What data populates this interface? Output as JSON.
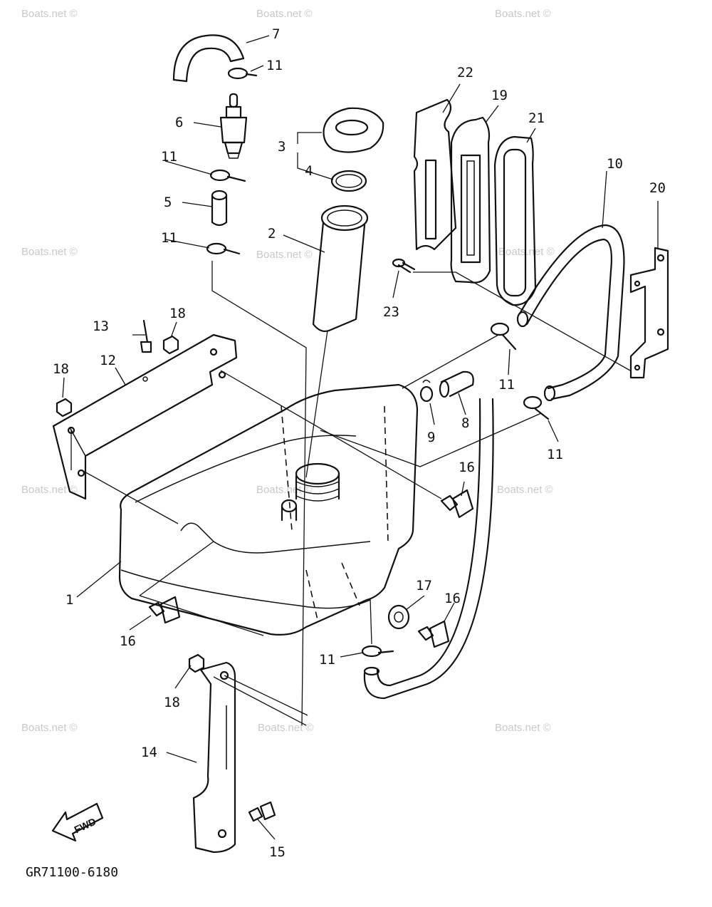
{
  "diagram_code": "GR71100-6180",
  "fwd_label": "FWD",
  "watermark": "Boats.net ©",
  "callouts": {
    "c1": "1",
    "c2": "2",
    "c3": "3",
    "c4": "4",
    "c5": "5",
    "c6": "6",
    "c7": "7",
    "c8": "8",
    "c9": "9",
    "c10": "10",
    "c11": "11",
    "c12": "12",
    "c13": "13",
    "c14": "14",
    "c15": "15",
    "c16": "16",
    "c17": "17",
    "c18": "18",
    "c19": "19",
    "c20": "20",
    "c21": "21",
    "c22": "22",
    "c23": "23"
  }
}
